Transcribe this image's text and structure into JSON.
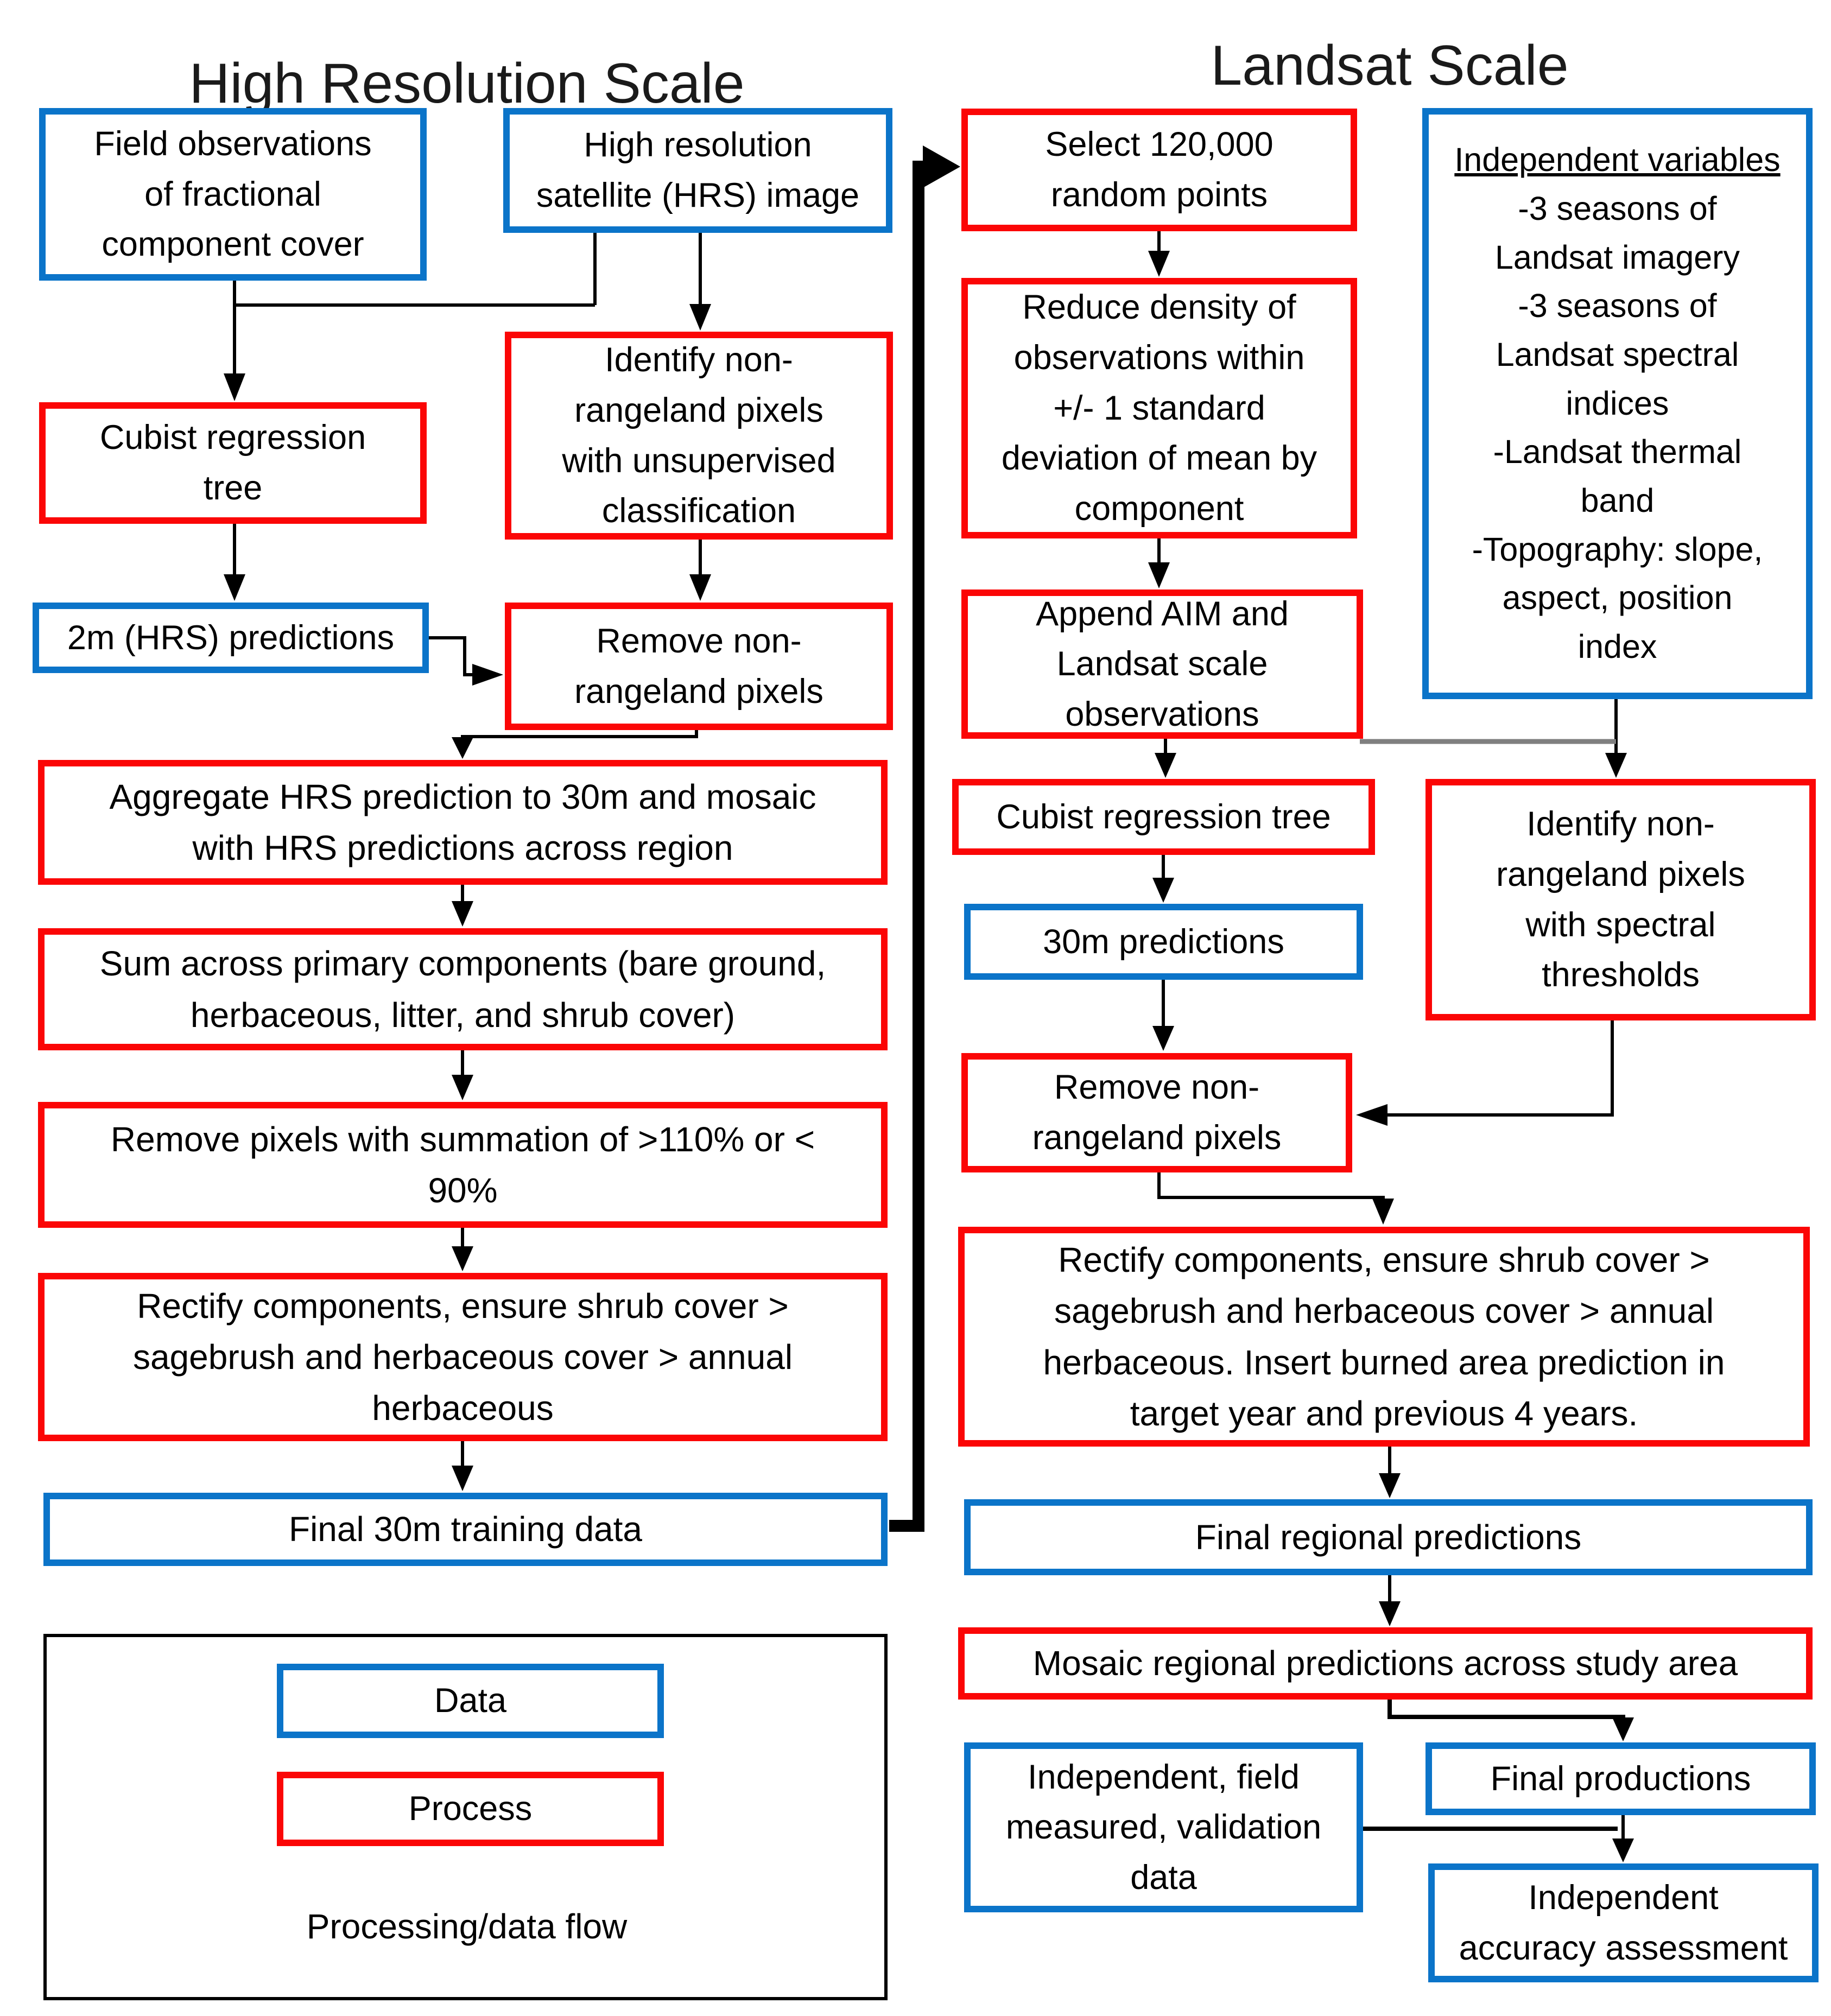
{
  "titles": {
    "left": "High Resolution Scale",
    "right": "Landsat Scale"
  },
  "colors": {
    "blue": "#0b74c9",
    "red": "#fb0606",
    "line": "#000000",
    "gray": "#7f7f7f"
  },
  "nodes": {
    "field_observations": "Field observations\nof fractional\ncomponent cover",
    "hrs_image": "High resolution\nsatellite (HRS) image",
    "cubist_hrs": "Cubist regression\ntree",
    "identify_unsupervised": "Identify non-\nrangeland pixels\nwith unsupervised\nclassification",
    "predictions_2m": "2m (HRS) predictions",
    "remove_nonrangeland_hrs": "Remove non-\nrangeland pixels",
    "aggregate_30m": "Aggregate HRS prediction to 30m and mosaic\nwith HRS predictions across region",
    "sum_components": "Sum across primary components (bare ground,\nherbaceous, litter, and shrub cover)",
    "remove_summation": "Remove pixels with summation of >110% or <\n90%",
    "rectify_hrs": "Rectify components, ensure shrub cover >\nsagebrush and herbaceous cover > annual\nherbaceous",
    "final_training": "Final 30m training data",
    "select_points": "Select 120,000\nrandom points",
    "reduce_density": "Reduce density of\nobservations within\n+/- 1 standard\ndeviation of mean by\ncomponent",
    "append_aim": "Append AIM and\nLandsat scale\nobservations",
    "independent_variables": {
      "heading": "Independent variables",
      "body": "-3 seasons of\nLandsat imagery\n-3 seasons of\nLandsat spectral\nindices\n-Landsat thermal\nband\n-Topography: slope,\naspect, position\nindex"
    },
    "cubist_landsat": "Cubist regression tree",
    "identify_spectral": "Identify non-\nrangeland pixels\nwith spectral\nthresholds",
    "predictions_30m": "30m predictions",
    "remove_nonrangeland_landsat": "Remove non-\nrangeland pixels",
    "rectify_landsat": "Rectify components, ensure shrub cover >\nsagebrush and herbaceous cover > annual\nherbaceous. Insert burned area prediction in\ntarget year and previous 4 years.",
    "final_regional": "Final regional predictions",
    "mosaic_regional": "Mosaic regional predictions across study area",
    "validation_data": "Independent, field\nmeasured, validation\ndata",
    "final_productions": "Final productions",
    "accuracy_assessment": "Independent\naccuracy assessment"
  },
  "legend": {
    "data_label": "Data",
    "process_label": "Process",
    "flow_label": "Processing/data flow"
  }
}
